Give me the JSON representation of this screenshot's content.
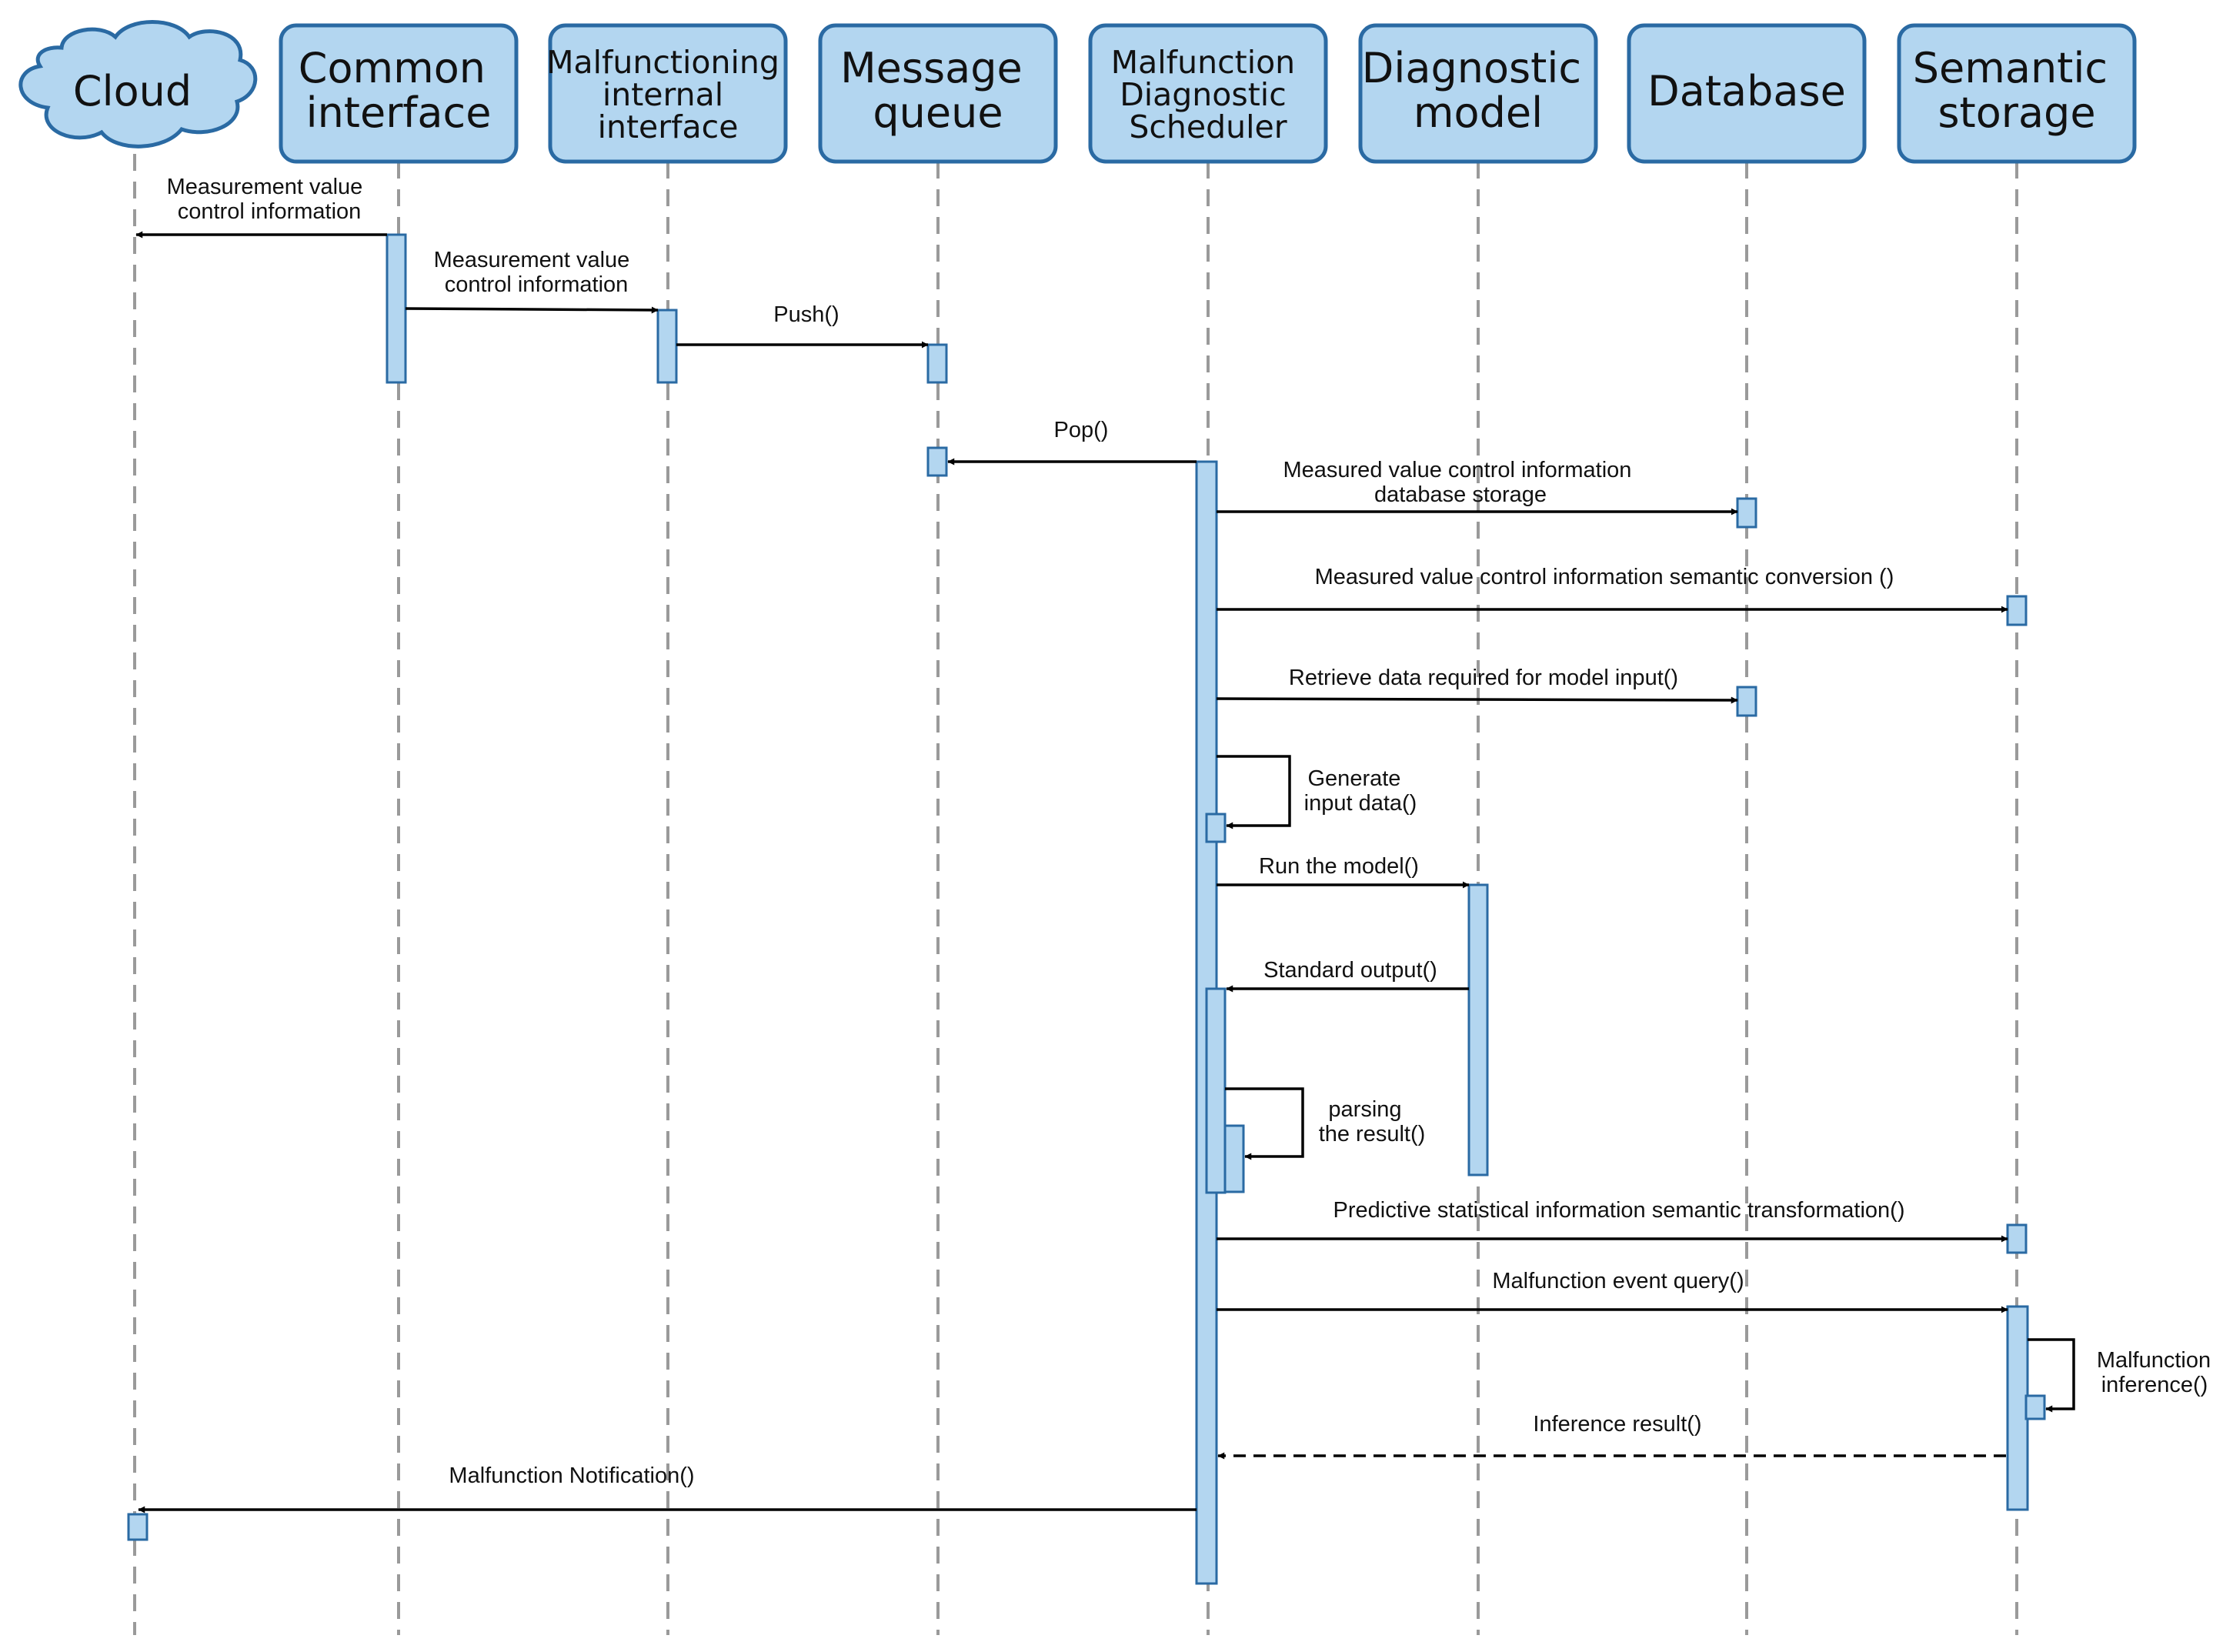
{
  "participants": {
    "cloud": [
      "Cloud"
    ],
    "common": [
      "Common",
      "interface"
    ],
    "internal": [
      "Malfunctioning",
      "internal",
      "interface"
    ],
    "queue": [
      "Message",
      "queue"
    ],
    "scheduler": [
      "Malfunction",
      "Diagnostic",
      "Scheduler"
    ],
    "model": [
      "Diagnostic",
      "model"
    ],
    "database": [
      "Database"
    ],
    "semantic": [
      "Semantic",
      "storage"
    ]
  },
  "messages": [
    {
      "from": "common",
      "to": "cloud",
      "label": [
        "Measurement value",
        "control information"
      ],
      "style": "solid"
    },
    {
      "from": "common",
      "to": "internal",
      "label": [
        "Measurement value",
        "control information"
      ],
      "style": "solid"
    },
    {
      "from": "internal",
      "to": "queue",
      "label": [
        "Push()"
      ],
      "style": "solid"
    },
    {
      "from": "scheduler",
      "to": "queue",
      "label": [
        "Pop()"
      ],
      "style": "solid"
    },
    {
      "from": "scheduler",
      "to": "database",
      "label": [
        "Measured value control information",
        "database storage"
      ],
      "style": "solid"
    },
    {
      "from": "scheduler",
      "to": "semantic",
      "label": [
        "Measured value control information semantic conversion ()"
      ],
      "style": "solid"
    },
    {
      "from": "scheduler",
      "to": "database",
      "label": [
        "Retrieve data required for model input()"
      ],
      "style": "solid"
    },
    {
      "from": "scheduler",
      "to": "scheduler",
      "label": [
        "Generate",
        "input data()"
      ],
      "style": "self"
    },
    {
      "from": "scheduler",
      "to": "model",
      "label": [
        "Run the model()"
      ],
      "style": "solid"
    },
    {
      "from": "model",
      "to": "scheduler",
      "label": [
        "Standard output()"
      ],
      "style": "solid"
    },
    {
      "from": "scheduler",
      "to": "scheduler",
      "label": [
        "parsing",
        "the result()"
      ],
      "style": "self"
    },
    {
      "from": "scheduler",
      "to": "semantic",
      "label": [
        "Predictive statistical information semantic transformation()"
      ],
      "style": "solid"
    },
    {
      "from": "scheduler",
      "to": "semantic",
      "label": [
        "Malfunction event query()"
      ],
      "style": "solid"
    },
    {
      "from": "semantic",
      "to": "semantic",
      "label": [
        "Malfunction",
        "inference()"
      ],
      "style": "self"
    },
    {
      "from": "semantic",
      "to": "scheduler",
      "label": [
        "Inference result()"
      ],
      "style": "dashed"
    },
    {
      "from": "scheduler",
      "to": "cloud",
      "label": [
        "Malfunction Notification()"
      ],
      "style": "solid"
    }
  ]
}
